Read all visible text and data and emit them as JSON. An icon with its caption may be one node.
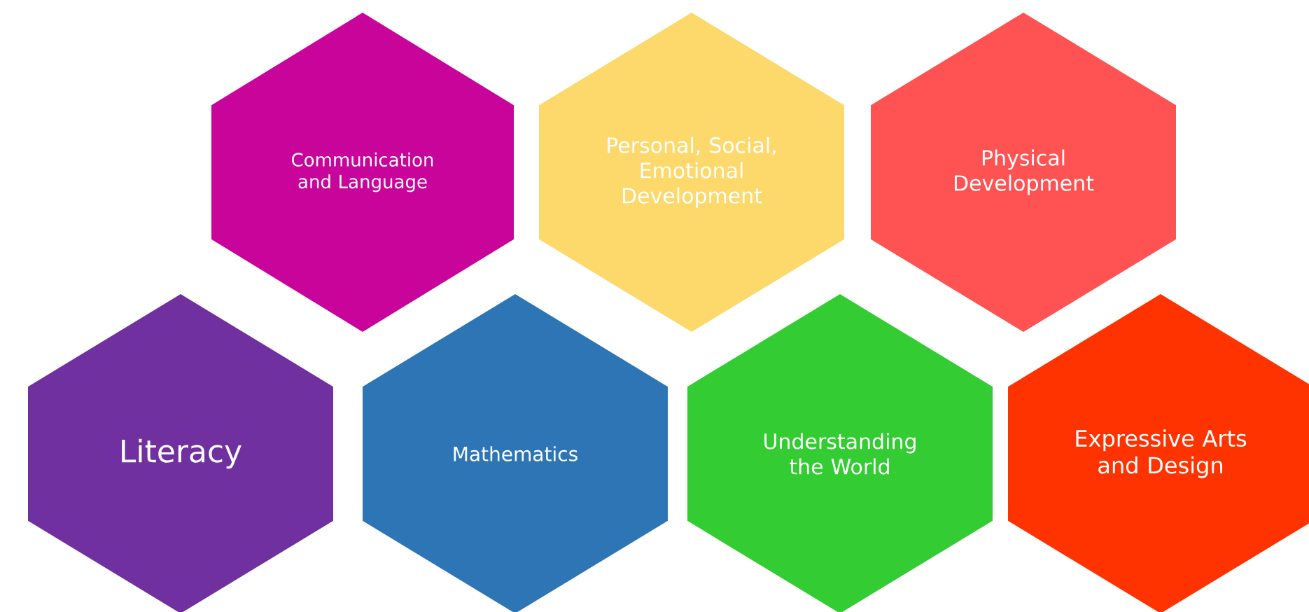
{
  "diagram": {
    "nodes": [
      {
        "text": [
          "Communication and Language"
        ]
      },
      {
        "text": [
          "Personal, Social, Emotional Development"
        ]
      },
      {
        "text": [
          "Physical Development"
        ]
      },
      {
        "text": [
          "Literacy"
        ]
      },
      {
        "text": [
          "Mathematics"
        ]
      },
      {
        "text": [
          "Understanding the World"
        ]
      },
      {
        "text": [
          "Expressive Arts and Design"
        ]
      }
    ]
  }
}
